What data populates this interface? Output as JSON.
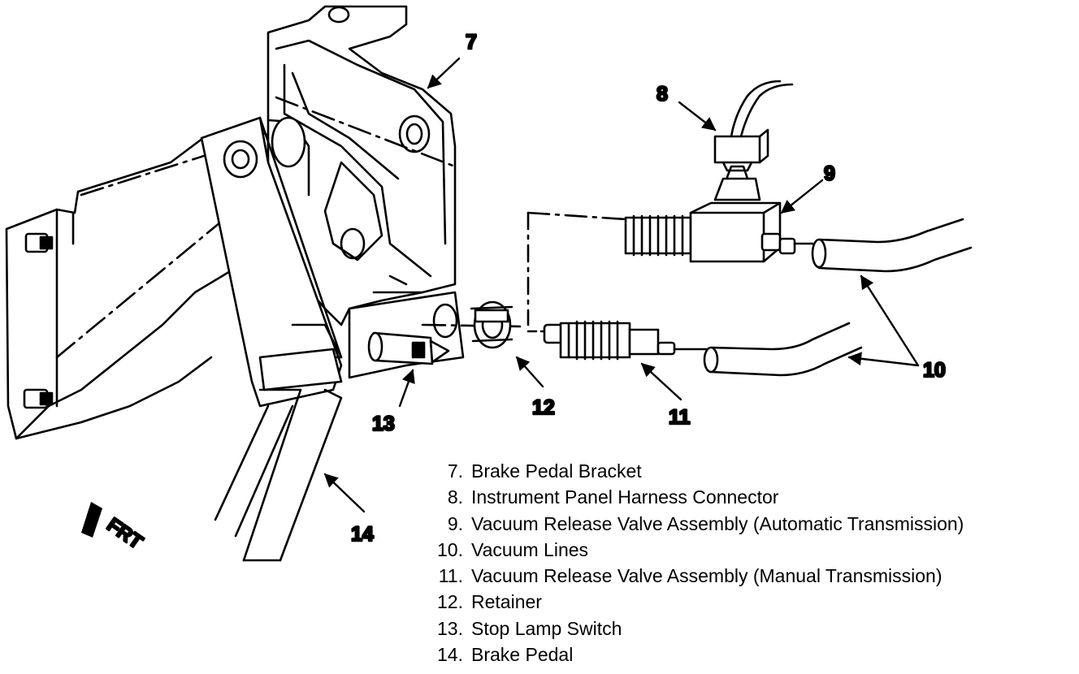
{
  "callouts": {
    "c7": "7",
    "c8": "8",
    "c9": "9",
    "c10": "10",
    "c11": "11",
    "c12": "12",
    "c13": "13",
    "c14": "14"
  },
  "direction_label": "FRT",
  "legend": [
    {
      "num": "7.",
      "text": "Brake Pedal Bracket"
    },
    {
      "num": "8.",
      "text": "Instrument Panel Harness Connector"
    },
    {
      "num": "9.",
      "text": "Vacuum Release Valve Assembly (Automatic Transmission)"
    },
    {
      "num": "10.",
      "text": "Vacuum Lines"
    },
    {
      "num": "11.",
      "text": "Vacuum Release Valve Assembly (Manual Transmission)"
    },
    {
      "num": "12.",
      "text": "Retainer"
    },
    {
      "num": "13.",
      "text": "Stop Lamp Switch"
    },
    {
      "num": "14.",
      "text": "Brake Pedal"
    }
  ]
}
